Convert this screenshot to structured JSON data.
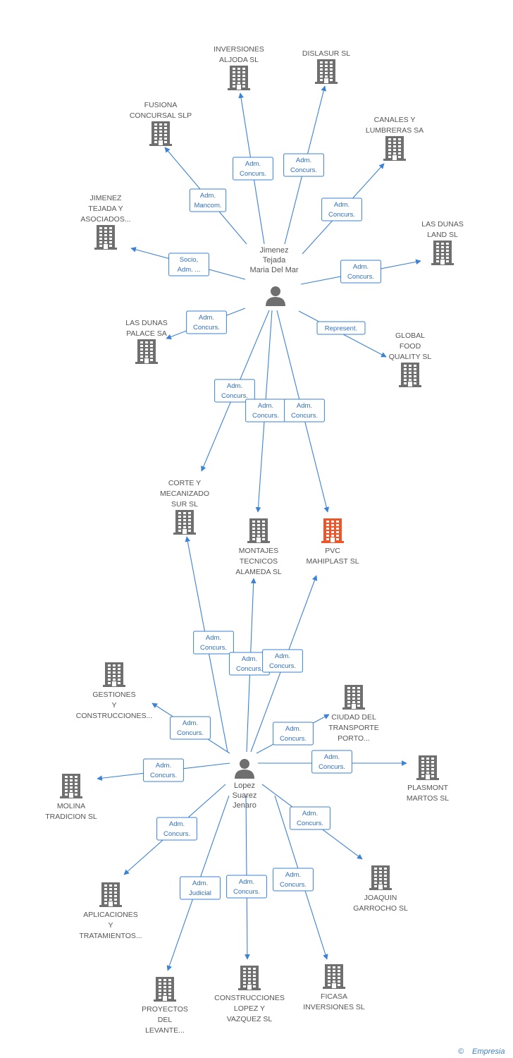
{
  "companies": {
    "inversiones_aljoda": {
      "lines": [
        "INVERSIONES",
        "ALJODA SL"
      ],
      "highlight": false
    },
    "dislasur": {
      "lines": [
        "DISLASUR SL"
      ],
      "highlight": false
    },
    "fusiona": {
      "lines": [
        "FUSIONA",
        "CONCURSAL SLP"
      ],
      "highlight": false
    },
    "canales": {
      "lines": [
        "CANALES Y",
        "LUMBRERAS SA"
      ],
      "highlight": false
    },
    "jimenez_tejada_asoc": {
      "lines": [
        "JIMENEZ",
        "TEJADA Y",
        "ASOCIADOS..."
      ],
      "highlight": false
    },
    "las_dunas_land": {
      "lines": [
        "LAS DUNAS",
        "LAND SL"
      ],
      "highlight": false
    },
    "las_dunas_palace": {
      "lines": [
        "LAS DUNAS",
        "PALACE SA"
      ],
      "highlight": false
    },
    "global_food": {
      "lines": [
        "GLOBAL",
        "FOOD",
        "QUALITY SL"
      ],
      "highlight": false
    },
    "corte_mecanizado": {
      "lines": [
        "CORTE Y",
        "MECANIZADO",
        "SUR SL"
      ],
      "highlight": false
    },
    "montajes": {
      "lines": [
        "MONTAJES",
        "TECNICOS",
        "ALAMEDA SL"
      ],
      "highlight": false
    },
    "pvc": {
      "lines": [
        "PVC",
        "MAHIPLAST SL"
      ],
      "highlight": true
    },
    "gestiones": {
      "lines": [
        "GESTIONES",
        "Y",
        "CONSTRUCCIONES..."
      ],
      "highlight": false
    },
    "ciudad_transporte": {
      "lines": [
        "CIUDAD DEL",
        "TRANSPORTE",
        "PORTO..."
      ],
      "highlight": false
    },
    "molina": {
      "lines": [
        "MOLINA",
        "TRADICION SL"
      ],
      "highlight": false
    },
    "plasmont": {
      "lines": [
        "PLASMONT",
        "MARTOS SL"
      ],
      "highlight": false
    },
    "aplicaciones": {
      "lines": [
        "APLICACIONES",
        "Y",
        "TRATAMIENTOS..."
      ],
      "highlight": false
    },
    "joaquin": {
      "lines": [
        "JOAQUIN",
        "GARROCHO SL"
      ],
      "highlight": false
    },
    "proyectos": {
      "lines": [
        "PROYECTOS",
        "DEL",
        "LEVANTE..."
      ],
      "highlight": false
    },
    "construcciones_lv": {
      "lines": [
        "CONSTRUCCIONES",
        "LOPEZ Y",
        "VAZQUEZ SL"
      ],
      "highlight": false
    },
    "ficasa": {
      "lines": [
        "FICASA",
        "INVERSIONES SL"
      ],
      "highlight": false
    }
  },
  "persons": {
    "jimenez": {
      "lines": [
        "Jimenez",
        "Tejada",
        "Maria Del Mar"
      ]
    },
    "lopez": {
      "lines": [
        "Lopez",
        "Suarez",
        "Jenaro"
      ]
    }
  },
  "edges": [
    {
      "from": "jimenez",
      "to": "inversiones_aljoda",
      "label": [
        "Adm.",
        "Concurs."
      ]
    },
    {
      "from": "jimenez",
      "to": "dislasur",
      "label": [
        "Adm.",
        "Concurs."
      ]
    },
    {
      "from": "jimenez",
      "to": "fusiona",
      "label": [
        "Adm.",
        "Mancom."
      ]
    },
    {
      "from": "jimenez",
      "to": "canales",
      "label": [
        "Adm.",
        "Concurs."
      ]
    },
    {
      "from": "jimenez",
      "to": "jimenez_tejada_asoc",
      "label": [
        "Socio,",
        "Adm. ..."
      ]
    },
    {
      "from": "jimenez",
      "to": "las_dunas_land",
      "label": [
        "Adm.",
        "Concurs."
      ]
    },
    {
      "from": "jimenez",
      "to": "las_dunas_palace",
      "label": [
        "Adm.",
        "Concurs."
      ]
    },
    {
      "from": "jimenez",
      "to": "global_food",
      "label": [
        "Represent."
      ]
    },
    {
      "from": "jimenez",
      "to": "corte_mecanizado",
      "label": [
        "Adm.",
        "Concurs."
      ]
    },
    {
      "from": "jimenez",
      "to": "montajes",
      "label": [
        "Adm.",
        "Concurs."
      ]
    },
    {
      "from": "jimenez",
      "to": "pvc",
      "label": [
        "Adm.",
        "Concurs."
      ]
    },
    {
      "from": "lopez",
      "to": "corte_mecanizado",
      "label": [
        "Adm.",
        "Concurs."
      ]
    },
    {
      "from": "lopez",
      "to": "montajes",
      "label": [
        "Adm.",
        "Concurs."
      ]
    },
    {
      "from": "lopez",
      "to": "pvc",
      "label": [
        "Adm.",
        "Concurs."
      ]
    },
    {
      "from": "lopez",
      "to": "gestiones",
      "label": [
        "Adm.",
        "Concurs."
      ]
    },
    {
      "from": "lopez",
      "to": "ciudad_transporte",
      "label": [
        "Adm.",
        "Concurs."
      ]
    },
    {
      "from": "lopez",
      "to": "molina",
      "label": [
        "Adm.",
        "Concurs."
      ]
    },
    {
      "from": "lopez",
      "to": "plasmont",
      "label": [
        "Adm.",
        "Concurs."
      ]
    },
    {
      "from": "lopez",
      "to": "aplicaciones",
      "label": [
        "Adm.",
        "Concurs."
      ]
    },
    {
      "from": "lopez",
      "to": "joaquin",
      "label": [
        "Adm.",
        "Concurs."
      ]
    },
    {
      "from": "lopez",
      "to": "proyectos",
      "label": [
        "Adm.",
        "Judicial"
      ]
    },
    {
      "from": "lopez",
      "to": "construcciones_lv",
      "label": [
        "Adm.",
        "Concurs."
      ]
    },
    {
      "from": "lopez",
      "to": "ficasa",
      "label": [
        "Adm.",
        "Concurs."
      ]
    }
  ],
  "colors": {
    "building": "#6f6f6f",
    "highlight": "#f0552a",
    "edge": "#3b82d6",
    "person": "#6f6f6f"
  },
  "footer": {
    "copyright": "©",
    "brand": "Empresia"
  }
}
